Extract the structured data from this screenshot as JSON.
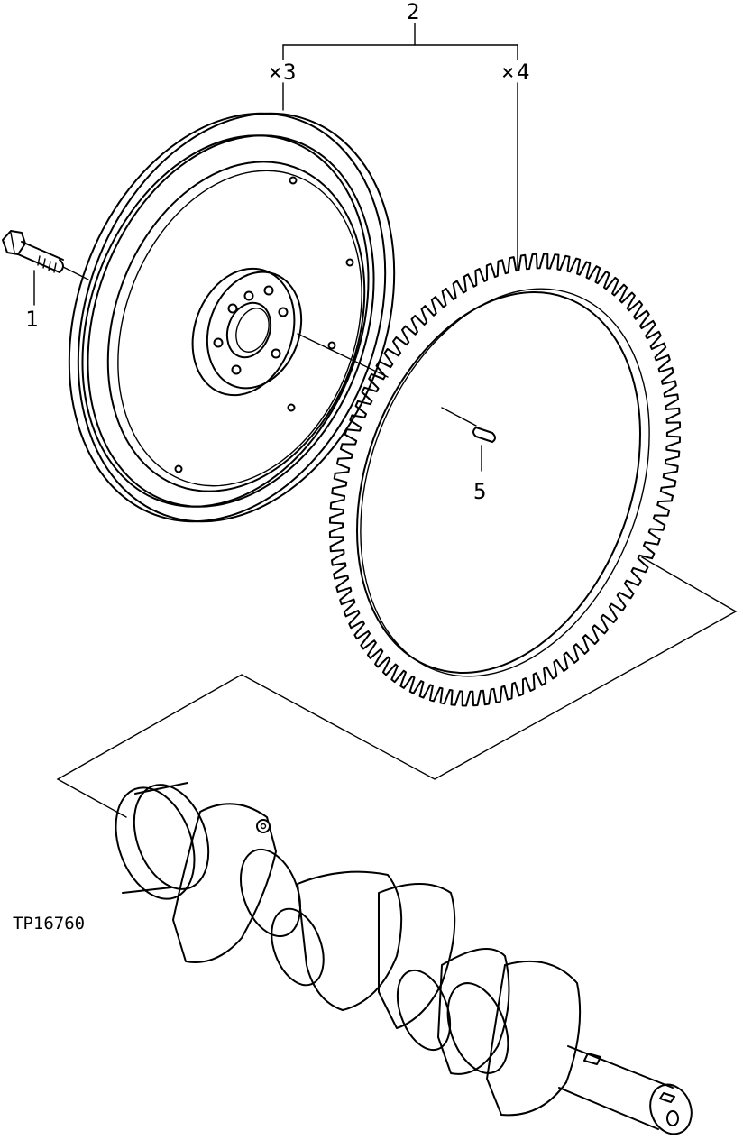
{
  "figure_id": "TP16760",
  "callouts": [
    {
      "id": "1",
      "text": "1"
    },
    {
      "id": "2",
      "text": "2"
    },
    {
      "id": "3",
      "text": "3"
    },
    {
      "id": "4",
      "text": "4"
    },
    {
      "id": "5",
      "text": "5"
    }
  ],
  "quantity_markers": [
    {
      "id": "3",
      "text": "×"
    },
    {
      "id": "4",
      "text": "×"
    }
  ],
  "parts": [
    {
      "callout": "1",
      "icon": "bolt-icon"
    },
    {
      "callout": "3",
      "icon": "flywheel-icon"
    },
    {
      "callout": "4",
      "icon": "ring-gear-icon"
    },
    {
      "callout": "5",
      "icon": "dowel-pin-icon"
    },
    {
      "callout": "",
      "icon": "crankshaft-icon"
    }
  ]
}
